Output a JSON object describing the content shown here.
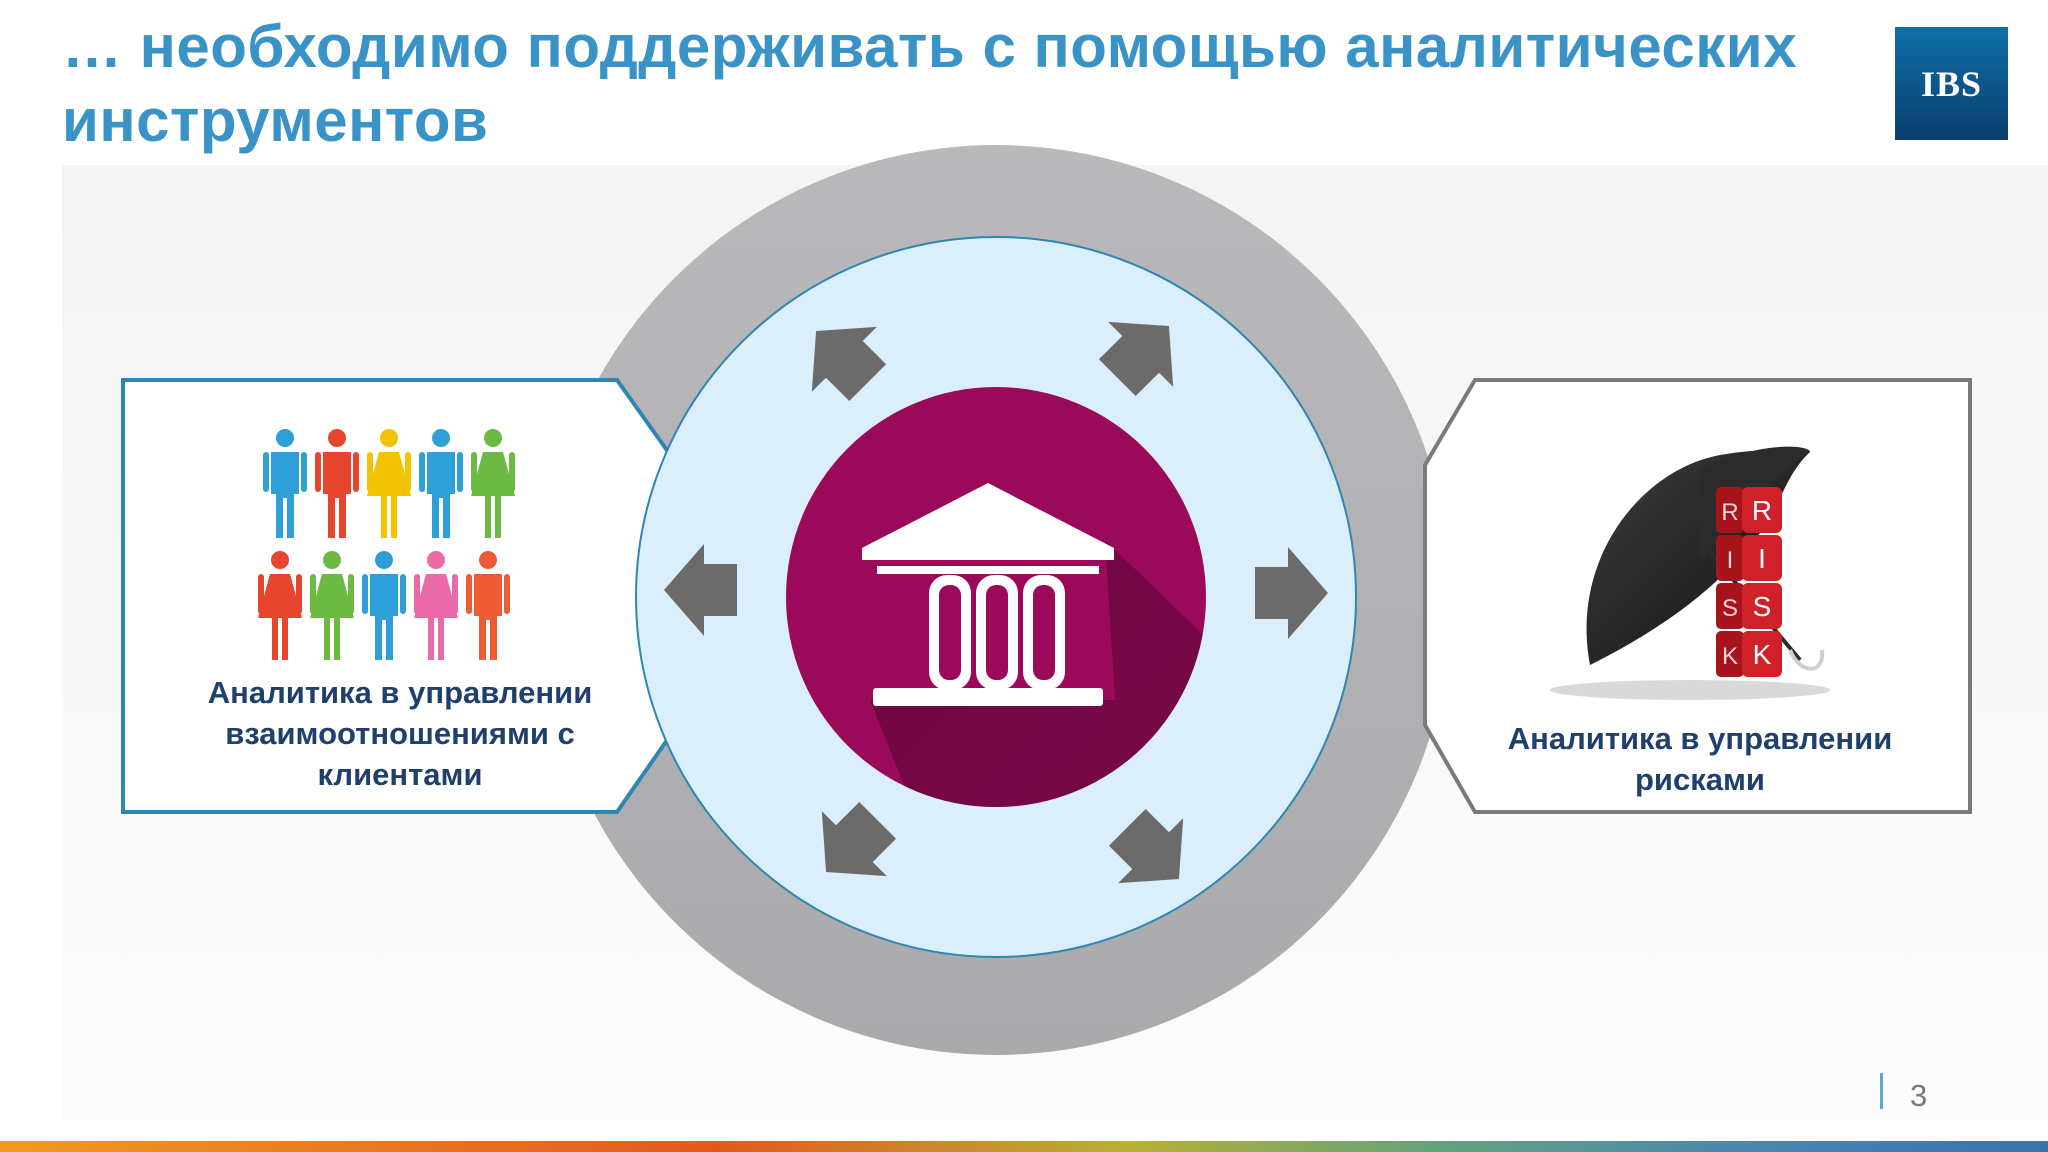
{
  "slide": {
    "title": "… необходимо поддерживать с помощью аналитических инструментов",
    "logo_text": "IBS",
    "page_number": "3"
  },
  "left_card": {
    "lines": [
      "Аналитика в управлении",
      "взаимоотношениями с",
      "клиентами"
    ],
    "icon": "people-crowd-icon",
    "people_colors": [
      "#2f9fd8",
      "#e8452e",
      "#f2c300",
      "#2f9fd8",
      "#6dba43",
      "#e8452e",
      "#6dba43",
      "#2f9fd8",
      "#e96aa7",
      "#ee5a33"
    ]
  },
  "right_card": {
    "lines": [
      "Аналитика в управлении",
      "рисками"
    ],
    "icon": "umbrella-risk-icon",
    "dice_letters_left": [
      "R",
      "I",
      "S",
      "K"
    ],
    "dice_letters_right": [
      "R",
      "I",
      "S",
      "K"
    ]
  },
  "center": {
    "icon": "bank-building-icon",
    "arrows_icon": "cycle-arrow-icon"
  },
  "colors": {
    "title": "#3a93c6",
    "card_border_left": "#2e86b3",
    "card_border_right": "#7a7a7a",
    "outer_ring": "#b2b2b4",
    "inner_circle": "#dbeefb",
    "center_circle": "#9b0a5a",
    "card_text": "#1f3f6d",
    "arrow": "#6b6b6b"
  }
}
